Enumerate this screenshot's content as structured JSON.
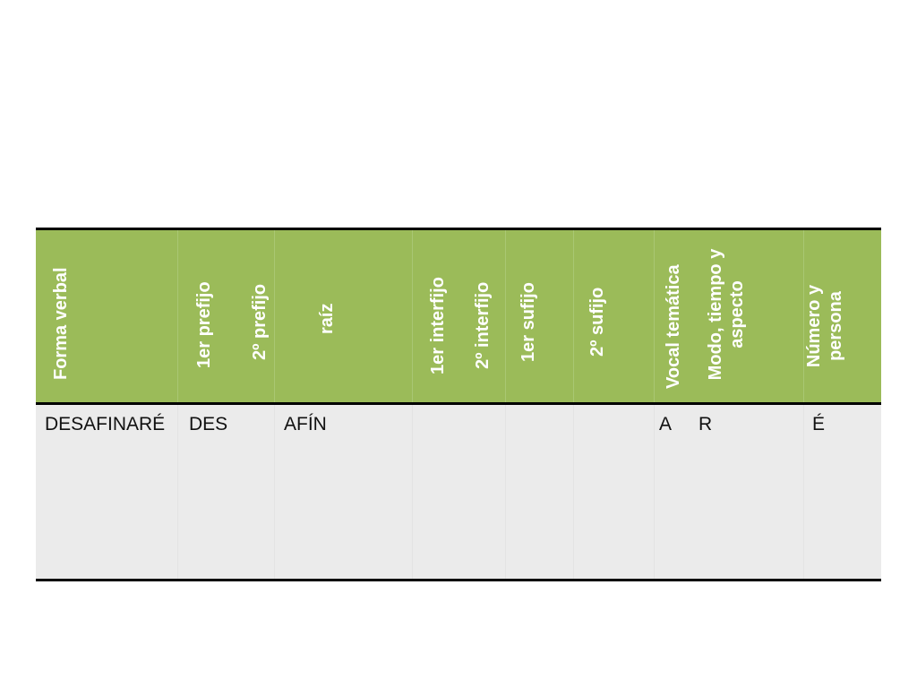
{
  "header": {
    "forma_verbal": "Forma verbal",
    "primer_prefijo": "1er prefijo",
    "segundo_prefijo": "2º prefijo",
    "raiz": "raíz",
    "primer_interfijo": "1er interfijo",
    "segundo_interfijo": "2º interfijo",
    "primer_sufijo": "1er sufijo",
    "segundo_sufijo": "2º sufijo",
    "vocal_tematica": "Vocal temática",
    "modo_tiempo_aspecto": "Modo, tiempo y aspecto",
    "numero_persona": "Número y persona"
  },
  "row": {
    "forma_verbal": "DESAFINARÉ",
    "prefijo": "DES",
    "raiz": "AFÍN",
    "vocal_tematica": "A",
    "modo_tiempo_aspecto": "R",
    "numero_persona": "É"
  },
  "colors": {
    "header_green": "#9bbb59",
    "body_gray": "#ebebeb"
  }
}
